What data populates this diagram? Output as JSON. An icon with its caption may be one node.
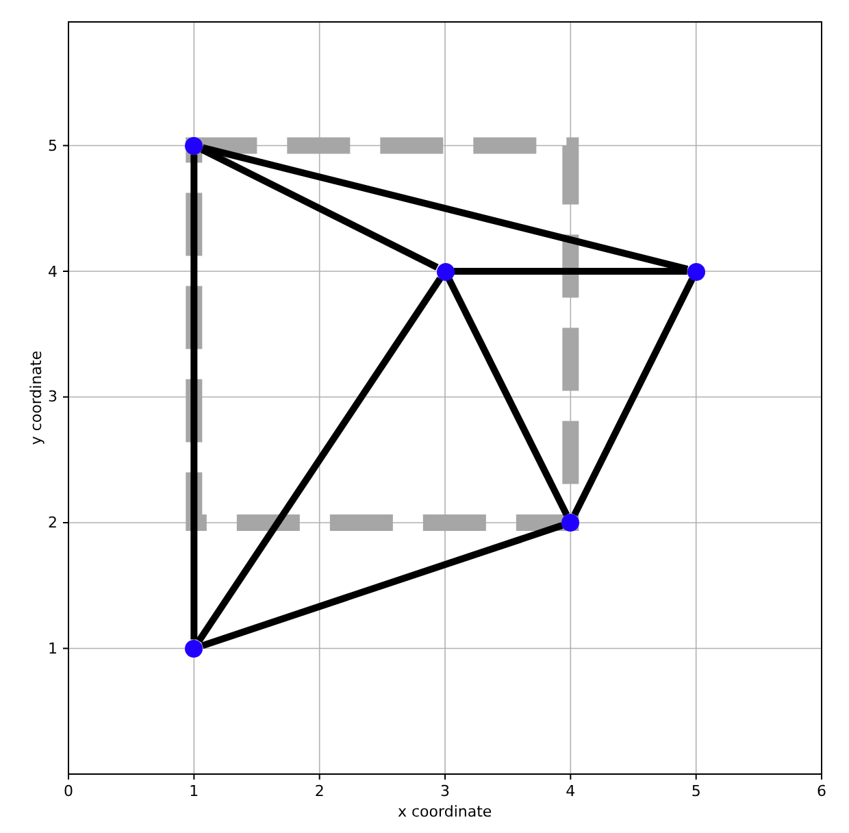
{
  "diagram": {
    "nodes": [
      {
        "text": [],
        "shape": "circle"
      },
      {
        "text": [],
        "shape": "circle"
      },
      {
        "text": [],
        "shape": "circle"
      },
      {
        "text": [],
        "shape": "circle"
      },
      {
        "text": [],
        "shape": "circle"
      }
    ],
    "edges": [
      {
        "from": 0,
        "to": 2,
        "arrow": "none"
      },
      {
        "from": 0,
        "to": 1,
        "arrow": "none"
      },
      {
        "from": 0,
        "to": 4,
        "arrow": "none"
      },
      {
        "from": 1,
        "to": 2,
        "arrow": "none"
      },
      {
        "from": 1,
        "to": 3,
        "arrow": "none"
      },
      {
        "from": 1,
        "to": 4,
        "arrow": "none"
      },
      {
        "from": 2,
        "to": 3,
        "arrow": "none"
      },
      {
        "from": 3,
        "to": 4,
        "arrow": "none"
      }
    ],
    "labels": [
      "5",
      "4",
      "3",
      "2",
      "1",
      "0",
      "1",
      "2",
      "3",
      "4",
      "5",
      "6",
      "x coordinate",
      "y coordinate"
    ]
  }
}
